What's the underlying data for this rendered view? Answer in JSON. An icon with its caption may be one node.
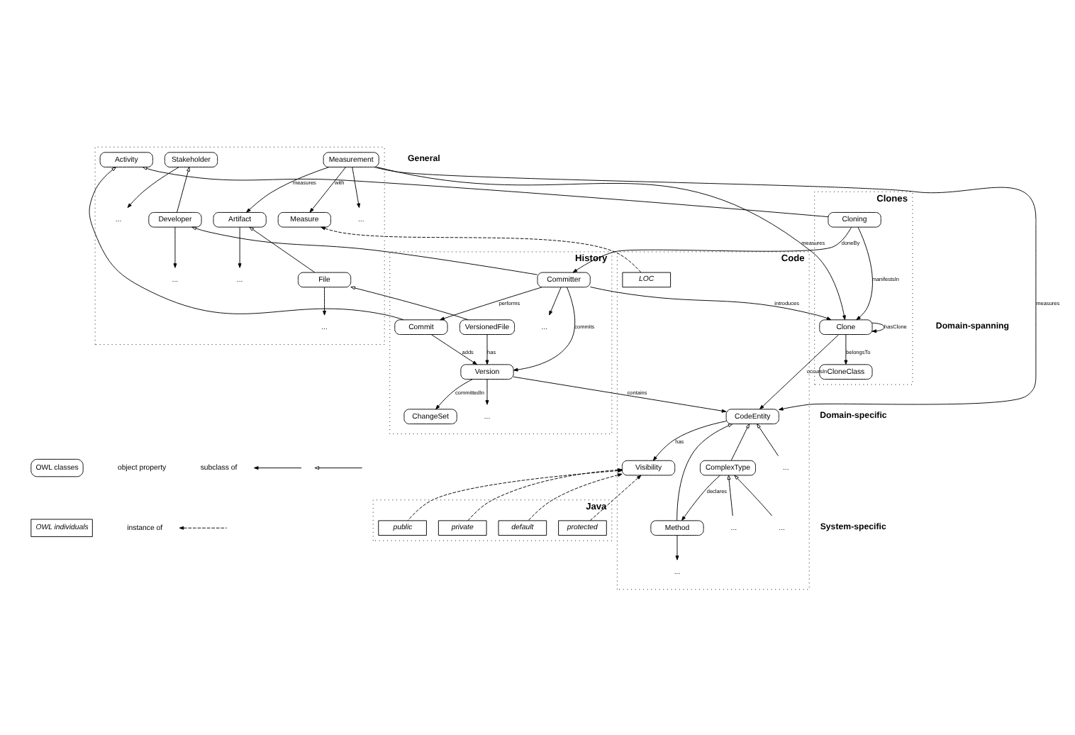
{
  "diagram": {
    "nodes": [
      {
        "text": [],
        "shape": "box"
      },
      {
        "text": [
          "Measurement"
        ],
        "in": 0
      },
      {
        "text": [
          "Artifact"
        ],
        "in": 0
      },
      {
        "text": [
          "Measure"
        ],
        "in": 0
      },
      {
        "text": [
          "..."
        ],
        "in": 0
      },
      {
        "text": [
          "Activity"
        ],
        "in": 0
      },
      {
        "text": [
          "Stakeholder"
        ],
        "in": 0
      },
      {
        "text": [
          "..."
        ],
        "in": 0
      },
      {
        "text": [
          "..."
        ],
        "in": 0
      },
      {
        "text": [
          "Developer"
        ],
        "in": 0
      },
      {
        "text": [
          "..."
        ],
        "in": 0
      },
      {
        "text": [
          "..."
        ],
        "in": 0
      },
      {
        "text": [
          "File"
        ],
        "in": 0
      },
      {
        "text": [
          "Clones"
        ]
      },
      {
        "text": [
          "CloneClass"
        ],
        "in": 13
      },
      {
        "text": [
          "Cloning"
        ],
        "in": 13
      },
      {
        "text": [
          "Clone"
        ],
        "in": 13
      },
      {
        "text": [
          "Code"
        ]
      },
      {
        "text": [
          "LOC"
        ],
        "in": 17
      },
      {
        "text": [
          "CodeEntity"
        ],
        "in": 17
      },
      {
        "text": [
          "Visibility"
        ],
        "in": 17
      },
      {
        "text": [
          "..."
        ],
        "in": 17
      },
      {
        "text": [
          "Method"
        ],
        "in": 17
      },
      {
        "text": [
          "ComplexType"
        ],
        "in": 17
      },
      {
        "text": [
          "..."
        ],
        "in": 17
      },
      {
        "text": [
          "..."
        ],
        "in": 17
      },
      {
        "text": [
          "..."
        ],
        "in": 17
      },
      {
        "text": [
          "History"
        ]
      },
      {
        "text": [
          "Committer"
        ],
        "in": 27
      },
      {
        "text": [
          "Commit"
        ],
        "in": 27
      },
      {
        "text": [
          "..."
        ],
        "in": 27
      },
      {
        "text": [
          "VersionedFile"
        ],
        "in": 27
      },
      {
        "text": [
          "Version"
        ],
        "in": 27
      },
      {
        "text": [
          "ChangeSet"
        ],
        "in": 27
      },
      {
        "text": [
          "..."
        ],
        "in": 27
      },
      {
        "text": [
          "Java"
        ]
      },
      {
        "text": [
          "public"
        ],
        "in": 35
      },
      {
        "text": [
          "private"
        ],
        "in": 35
      },
      {
        "text": [
          "default"
        ],
        "in": 35
      },
      {
        "text": [
          "protected"
        ],
        "in": 35
      }
    ],
    "edges": [
      {
        "from": 1,
        "to": 3,
        "arrow": "to",
        "label": "with"
      },
      {
        "from": 1,
        "to": 2,
        "arrow": "to",
        "label": "measures"
      },
      {
        "from": 1,
        "to": 4,
        "arrow": "to"
      },
      {
        "from": 1,
        "to": 19,
        "arrow": "to",
        "label": "measures"
      },
      {
        "from": 1,
        "to": 16,
        "arrow": "to",
        "label": "measures"
      },
      {
        "from": 2,
        "to": 8,
        "arrow": "to"
      },
      {
        "from": 6,
        "to": 7,
        "arrow": "to"
      },
      {
        "from": 9,
        "to": 6,
        "arrow": "to"
      },
      {
        "from": 9,
        "to": 10,
        "arrow": "to"
      },
      {
        "from": 12,
        "to": 11,
        "arrow": "to"
      },
      {
        "from": 12,
        "to": 2,
        "arrow": "to"
      },
      {
        "from": 15,
        "to": 5,
        "arrow": "to"
      },
      {
        "from": 29,
        "to": 5,
        "arrow": "to"
      },
      {
        "from": 28,
        "to": 9,
        "arrow": "to"
      },
      {
        "from": 31,
        "to": 12,
        "arrow": "to"
      },
      {
        "from": 15,
        "to": 16,
        "arrow": "to",
        "label": "manifestsIn"
      },
      {
        "from": 16,
        "to": 14,
        "arrow": "to",
        "label": "belongsTo"
      },
      {
        "from": 16,
        "to": 16,
        "arrow": "to",
        "label": "hasClone"
      },
      {
        "from": 15,
        "to": 28,
        "arrow": "to",
        "label": "doneBy"
      },
      {
        "from": 28,
        "to": 16,
        "arrow": "to",
        "label": "introduces"
      },
      {
        "from": 16,
        "to": 19,
        "arrow": "to",
        "label": "occursIn"
      },
      {
        "from": 19,
        "to": 20,
        "arrow": "to",
        "label": "has"
      },
      {
        "from": 21,
        "to": 19,
        "arrow": "to"
      },
      {
        "from": 22,
        "to": 19,
        "arrow": "to"
      },
      {
        "from": 23,
        "to": 19,
        "arrow": "to"
      },
      {
        "from": 22,
        "to": 24,
        "arrow": "to"
      },
      {
        "from": 23,
        "to": 22,
        "arrow": "to",
        "label": "declares"
      },
      {
        "from": 25,
        "to": 23,
        "arrow": "to"
      },
      {
        "from": 26,
        "to": 23,
        "arrow": "to"
      },
      {
        "from": 32,
        "to": 19,
        "arrow": "to",
        "label": "contains"
      },
      {
        "from": 28,
        "to": 29,
        "arrow": "to",
        "label": "performs"
      },
      {
        "from": 28,
        "to": 30,
        "arrow": "to"
      },
      {
        "from": 28,
        "to": 32,
        "arrow": "to",
        "label": "commits"
      },
      {
        "from": 29,
        "to": 32,
        "arrow": "to",
        "label": "adds"
      },
      {
        "from": 31,
        "to": 32,
        "arrow": "to",
        "label": "has"
      },
      {
        "from": 32,
        "to": 33,
        "arrow": "to",
        "label": "committedIn"
      },
      {
        "from": 32,
        "to": 34,
        "arrow": "to"
      },
      {
        "from": 18,
        "to": 3,
        "arrow": "to",
        "style": "dashed"
      },
      {
        "from": 36,
        "to": 20,
        "arrow": "to",
        "style": "dashed"
      },
      {
        "from": 38,
        "to": 20,
        "arrow": "to",
        "style": "dashed"
      },
      {
        "from": 39,
        "to": 20,
        "arrow": "to",
        "style": "dashed"
      },
      {
        "from": 37,
        "to": 20,
        "arrow": "to",
        "style": "dashed"
      }
    ],
    "labels": [
      "General",
      "Domain-spanning",
      "Domain-specific",
      "System-specific"
    ],
    "legend": [
      {
        "text": "OWL classes"
      },
      {
        "text": "object property"
      },
      {
        "text": "subclass of"
      },
      {
        "text": "OWL individuals"
      },
      {
        "text": "instance of"
      }
    ]
  }
}
